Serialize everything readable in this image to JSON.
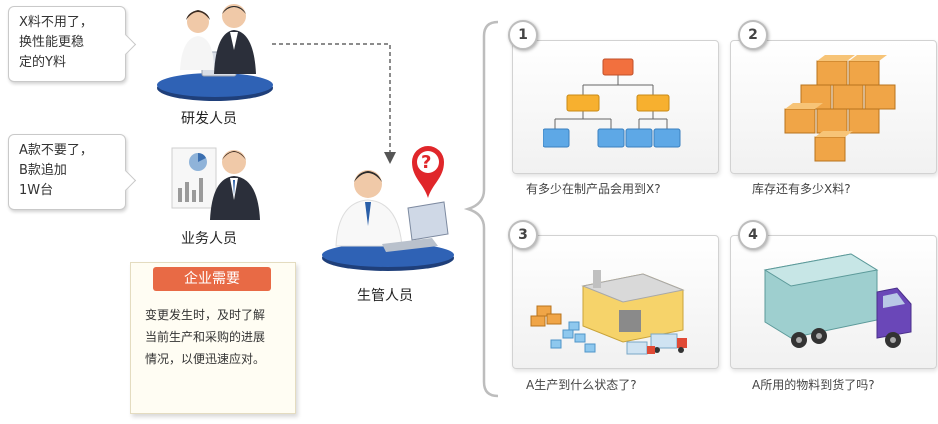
{
  "bubbles": {
    "rd_request": [
      "X料不用了，",
      "换性能更稳",
      "定的Y料"
    ],
    "sales_request": [
      "A款不要了，",
      "B款追加",
      "1W台"
    ]
  },
  "roles": {
    "rd": "研发人员",
    "sales": "业务人员",
    "pmc": "生管人员"
  },
  "need": {
    "title": "企业需要",
    "lines": [
      "变更发生时，及时了解",
      "当前生产和采购的进展",
      "情况，以便迅速应对。"
    ]
  },
  "questions": [
    {
      "num": "1",
      "text": "有多少在制产品会用到X?"
    },
    {
      "num": "2",
      "text": "库存还有多少X料?"
    },
    {
      "num": "3",
      "text": "A生产到什么状态了?"
    },
    {
      "num": "4",
      "text": "A所用的物料到货了吗?"
    }
  ],
  "question_mark": "?",
  "colors": {
    "accent": "#e86a45",
    "pin": "#e0262a",
    "hierarchy_top": "#f2703e",
    "hierarchy_mid": "#f7b02f",
    "hierarchy_low": "#5ea8e6"
  }
}
